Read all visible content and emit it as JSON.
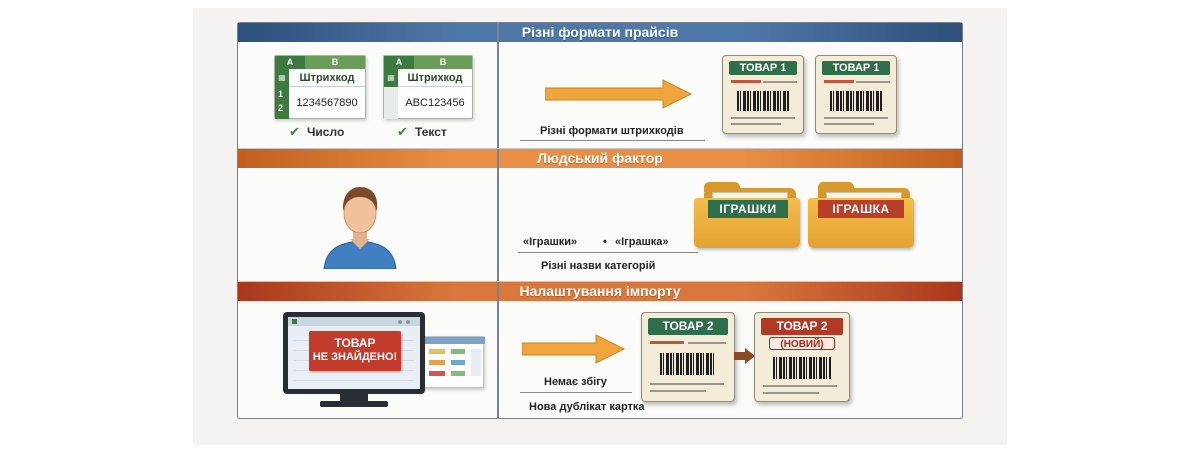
{
  "sections": [
    {
      "title": "Різні формати прайсів"
    },
    {
      "title": "Людський фактор"
    },
    {
      "title": "Налаштування імпорту"
    }
  ],
  "prices": {
    "sheet1": {
      "col_a": "A",
      "col_b": "B",
      "header": "Штрихкод",
      "row1": "1",
      "row2": "2",
      "value": "1234567890",
      "caption": "Число"
    },
    "sheet2": {
      "col_a": "A",
      "col_b": "B",
      "header": "Штрихкод",
      "value": "ABC123456",
      "caption": "Текст"
    }
  },
  "barcodes": {
    "label": "Різні формати штрихкодів",
    "card1": "ТОВАР 1",
    "card2": "ТОВАР 1"
  },
  "categories": {
    "folder1": "ІГРАШКИ",
    "folder2": "ІГРАШКА",
    "compare_left": "«Іграшки»",
    "compare_sep": "•",
    "compare_right": "«Іграшка»",
    "label": "Різні назви категорій"
  },
  "import": {
    "error_line1": "ТОВАР",
    "error_line2": "НЕ ЗНАЙДЕНО!",
    "no_match": "Немає збігу",
    "duplicate": "Нова дублікат картка",
    "card_old": "ТОВАР 2",
    "card_new": "ТОВАР 2",
    "card_new_tag": "(НОВИЙ)"
  },
  "colors": {
    "blue_band": "#4e78a8",
    "orange_band": "#e88f45",
    "red_band": "#d9783c",
    "arrow": "#f0a43c"
  }
}
